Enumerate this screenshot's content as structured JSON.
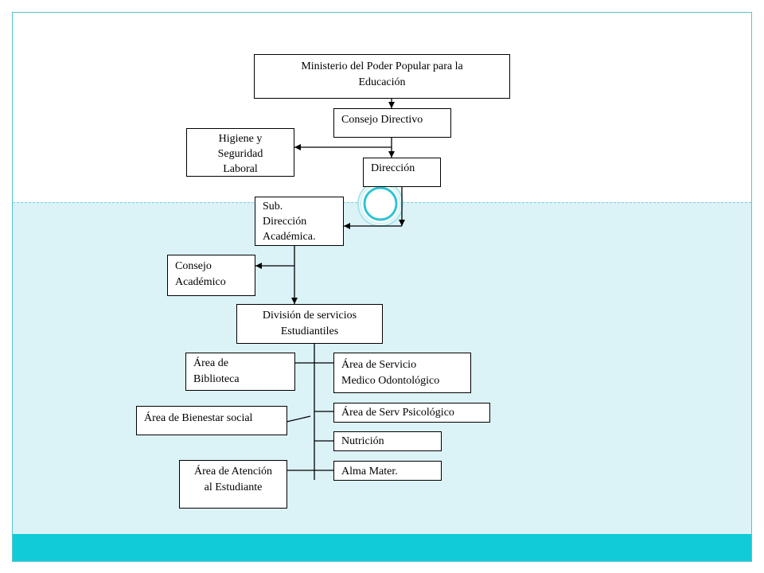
{
  "theme": {
    "top_background": "#ffffff",
    "bottom_background": "#dbf2f7",
    "accent_bar": "#12cbd8",
    "frame_border": "#55c5d1",
    "connector": "#000000"
  },
  "org_chart": {
    "ministerio": {
      "lines": [
        "Ministerio del Poder Popular para la",
        "Educación"
      ]
    },
    "consejo_directivo": {
      "lines": [
        "Consejo Directivo"
      ]
    },
    "higiene": {
      "lines": [
        "Higiene y",
        "Seguridad",
        "Laboral"
      ]
    },
    "direccion": {
      "lines": [
        "Dirección"
      ]
    },
    "sub_direccion": {
      "lines": [
        "Sub.",
        "Dirección",
        "Académica."
      ]
    },
    "consejo_academico": {
      "lines": [
        "Consejo",
        "Académico"
      ]
    },
    "division": {
      "lines": [
        "División de servicios",
        "Estudiantiles"
      ]
    },
    "biblioteca": {
      "lines": [
        "Área de",
        "Biblioteca"
      ]
    },
    "servicio_medico": {
      "lines": [
        "Área de Servicio",
        "Medico Odontológico"
      ]
    },
    "bienestar": {
      "lines": [
        "Área de Bienestar social"
      ]
    },
    "psicologico": {
      "lines": [
        "Área de Serv Psicológico"
      ]
    },
    "nutricion": {
      "lines": [
        "Nutrición"
      ]
    },
    "atencion": {
      "lines": [
        "Área de Atención",
        "al Estudiante"
      ]
    },
    "alma_mater": {
      "lines": [
        "Alma Mater."
      ]
    }
  }
}
